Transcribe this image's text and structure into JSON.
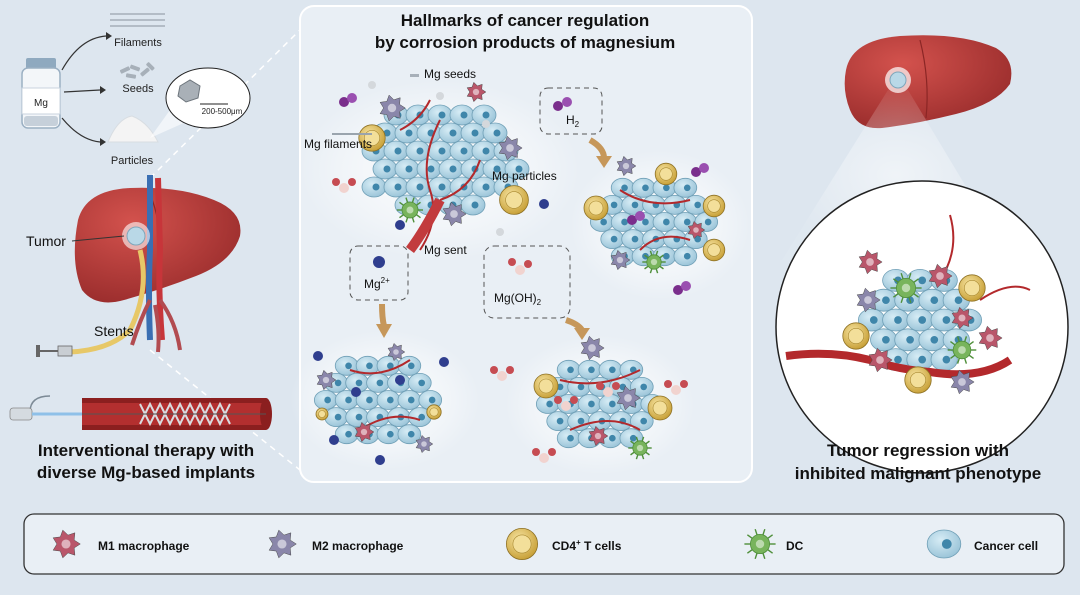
{
  "top_left": {
    "vial_label": "Mg",
    "forms": {
      "filaments": "Filaments",
      "seeds": "Seeds",
      "particles": "Particles"
    },
    "scale_label": "200-500μm"
  },
  "liver_left": {
    "tumor_label": "Tumor",
    "stents_label": "Stents"
  },
  "left_caption": [
    "Interventional therapy with",
    "diverse Mg-based implants"
  ],
  "center_panel": {
    "title": [
      "Hallmarks of cancer regulation",
      "by corrosion products of magnesium"
    ],
    "labels": {
      "mg_seeds": "Mg seeds",
      "mg_filaments": "Mg filaments",
      "mg_particles": "Mg particles",
      "mg_sent": "Mg sent",
      "h2_main": "H",
      "h2_sub": "2",
      "mg2_main": "Mg",
      "mg2_sup": "2+",
      "mgoh_main": "Mg(OH)",
      "mgoh_sub": "2"
    }
  },
  "right_caption": [
    "Tumor regression with",
    "inhibited malignant phenotype"
  ],
  "legend": [
    {
      "label": "M1 macrophage",
      "icon": "m1-macrophage-icon"
    },
    {
      "label": "M2 macrophage",
      "icon": "m2-macrophage-icon"
    },
    {
      "label": "CD4",
      "sup": "+",
      "label_rest": " T cells",
      "icon": "cd4-t-cell-icon"
    },
    {
      "label": "DC",
      "icon": "dendritic-cell-icon"
    },
    {
      "label": "Cancer cell",
      "icon": "cancer-cell-icon"
    }
  ],
  "colors": {
    "background": "#dde6ef",
    "panel": "#e9eff5",
    "liver": "#b83a38",
    "cancer_cell": "#b9d8e7",
    "m1": "#b9566a",
    "m2": "#8a86aa",
    "t_cell": "#d9b54a",
    "dc": "#78b45c",
    "arrow": "#c6975a"
  }
}
